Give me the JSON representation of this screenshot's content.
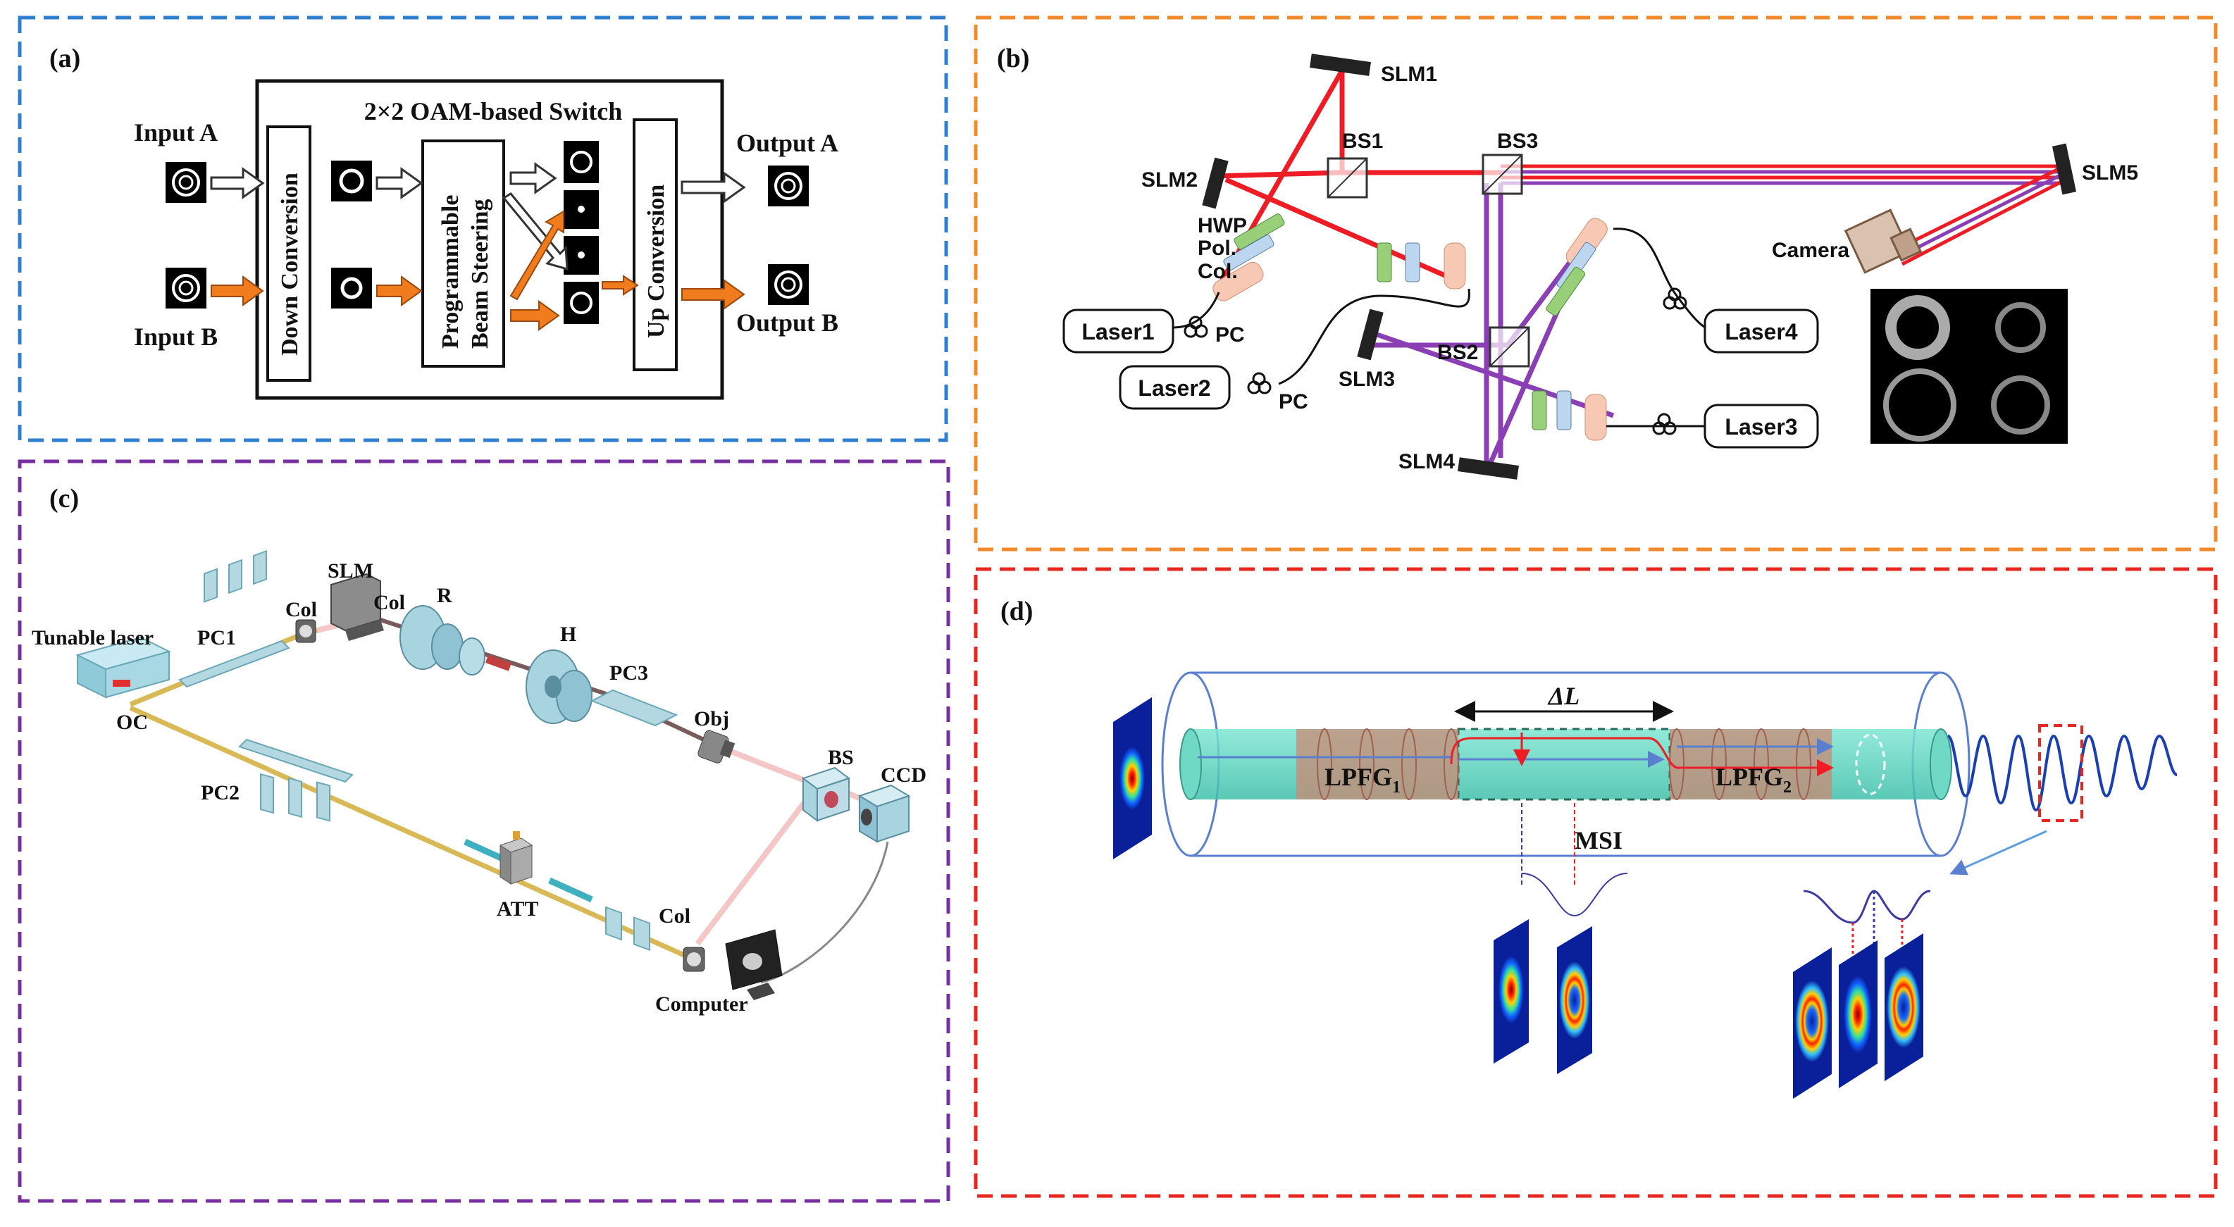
{
  "panels": {
    "a": {
      "tag": "(a)",
      "title": "2×2 OAM-based Switch",
      "input_a": "Input  A",
      "input_b": "Input  B",
      "output_a": "Output A",
      "output_b": "Output  B",
      "down_conversion": "Down Conversion",
      "beam_steering_1": "Programmable",
      "beam_steering_2": "Beam Steering",
      "up_conversion": "Up Conversion"
    },
    "b": {
      "tag": "(b)",
      "slm1": "SLM1",
      "slm2": "SLM2",
      "slm3": "SLM3",
      "slm4": "SLM4",
      "slm5": "SLM5",
      "bs1": "BS1",
      "bs2": "BS2",
      "bs3": "BS3",
      "hwp": "HWP",
      "pol": "Pol.",
      "col": "Col.",
      "pc1": "PC",
      "pc2": "PC",
      "laser1": "Laser1",
      "laser2": "Laser2",
      "laser3": "Laser3",
      "laser4": "Laser4",
      "camera": "Camera"
    },
    "c": {
      "tag": "(c)",
      "tunable_laser": "Tunable laser",
      "oc": "OC",
      "pc1": "PC1",
      "pc2": "PC2",
      "pc3": "PC3",
      "col1": "Col",
      "col2": "Col",
      "col3": "Col",
      "slm": "SLM",
      "r": "R",
      "h": "H",
      "obj": "Obj",
      "bs": "BS",
      "ccd": "CCD",
      "att": "ATT",
      "computer": "Computer"
    },
    "d": {
      "tag": "(d)",
      "delta_l": "ΔL",
      "lpfg1": "LPFG",
      "lpfg1_sub": "1",
      "lpfg2": "LPFG",
      "lpfg2_sub": "2",
      "msi": "MSI"
    }
  },
  "colors": {
    "panel_a_border": "#2f7fd1",
    "panel_b_border": "#f08a2a",
    "panel_c_border": "#7a2fa0",
    "panel_d_border": "#e8261f",
    "beam_red": "#ee1c24",
    "beam_purple": "#8b3fb5",
    "arrow_orange": "#f07c1e",
    "fiber_teal": "#5bd1bf",
    "grating_brown": "#c98a74"
  }
}
